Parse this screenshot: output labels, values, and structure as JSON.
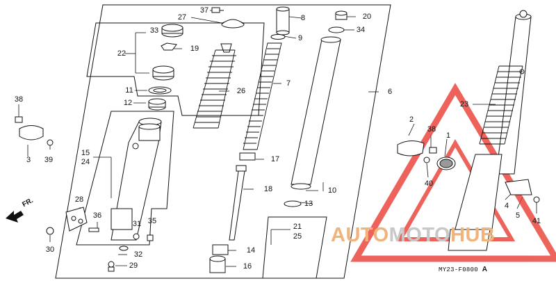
{
  "diagram": {
    "part_labels": [
      "1",
      "2",
      "3",
      "4",
      "5",
      "6",
      "7",
      "8",
      "9",
      "10",
      "11",
      "12",
      "13",
      "14",
      "15",
      "16",
      "17",
      "18",
      "19",
      "20",
      "21",
      "22",
      "23",
      "24",
      "25",
      "26",
      "27",
      "28",
      "29",
      "30",
      "31",
      "32",
      "33",
      "34",
      "35",
      "36",
      "37",
      "38",
      "39",
      "40",
      "41"
    ],
    "callouts": {
      "c1": "1",
      "c2": "2",
      "c3": "3",
      "c4": "4",
      "c5": "5",
      "c6": "6",
      "c7": "7",
      "c8": "8",
      "c9": "9",
      "c10": "10",
      "c11": "11",
      "c12": "12",
      "c13": "13",
      "c14": "14",
      "c15": "15",
      "c16": "16",
      "c17": "17",
      "c18": "18",
      "c19": "19",
      "c20": "20",
      "c21": "21",
      "c22": "22",
      "c23": "23",
      "c24": "24",
      "c25": "25",
      "c26": "26",
      "c27": "27",
      "c28": "28",
      "c29": "29",
      "c30": "30",
      "c31": "31",
      "c32": "32",
      "c33": "33",
      "c34": "34",
      "c35": "35",
      "c36": "36",
      "c37": "37",
      "c38a": "38",
      "c38b": "38",
      "c39": "39",
      "c40": "40",
      "c41": "41"
    },
    "direction_label": "FR.",
    "figure_code": "MY23-F0800",
    "figure_code_suffix": "A"
  },
  "watermark": {
    "text_part1": "AUTO",
    "text_part2": "MOTO",
    "text_part3": "HUB",
    "triangle_color": "#e8382f",
    "text_orange": "#f2b37a",
    "text_gray": "#c8c8c8"
  }
}
